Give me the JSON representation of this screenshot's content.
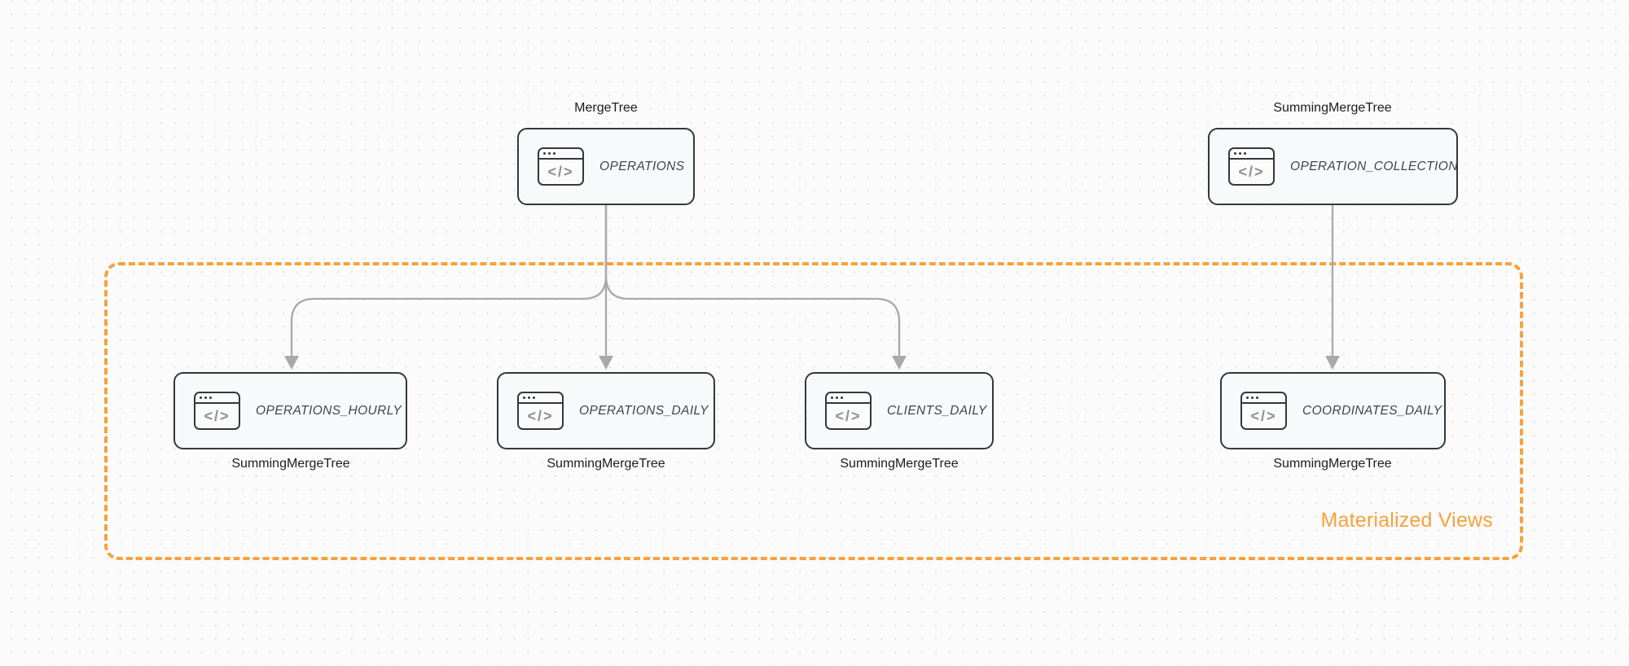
{
  "diagram": {
    "group": {
      "label": "Materialized Views"
    },
    "icons": {
      "code_glyph": "</>"
    },
    "colors": {
      "accent_orange": "#f7a23b",
      "arrow_gray": "#a9a9ab",
      "node_border": "#33383d",
      "node_fill": "#f8f9fa",
      "table_text": "#3e454e",
      "engine_text": "#1d1d1f"
    },
    "nodes": [
      {
        "id": "operations",
        "table": "OPERATIONS",
        "engine": "MergeTree",
        "engine_position": "above",
        "icon": "code-window-icon"
      },
      {
        "id": "operation_collection",
        "table": "OPERATION_COLLECTION",
        "engine": "SummingMergeTree",
        "engine_position": "above",
        "icon": "code-window-icon"
      },
      {
        "id": "operations_hourly",
        "table": "OPERATIONS_HOURLY",
        "engine": "SummingMergeTree",
        "engine_position": "below",
        "icon": "code-window-icon"
      },
      {
        "id": "operations_daily",
        "table": "OPERATIONS_DAILY",
        "engine": "SummingMergeTree",
        "engine_position": "below",
        "icon": "code-window-icon"
      },
      {
        "id": "clients_daily",
        "table": "CLIENTS_DAILY",
        "engine": "SummingMergeTree",
        "engine_position": "below",
        "icon": "code-window-icon"
      },
      {
        "id": "coordinates_daily",
        "table": "COORDINATES_DAILY",
        "engine": "SummingMergeTree",
        "engine_position": "below",
        "icon": "code-window-icon"
      }
    ],
    "edges": [
      {
        "from": "OPERATIONS",
        "to": "OPERATIONS_HOURLY"
      },
      {
        "from": "OPERATIONS",
        "to": "OPERATIONS_DAILY"
      },
      {
        "from": "OPERATIONS",
        "to": "CLIENTS_DAILY"
      },
      {
        "from": "OPERATION_COLLECTION",
        "to": "COORDINATES_DAILY"
      }
    ]
  }
}
